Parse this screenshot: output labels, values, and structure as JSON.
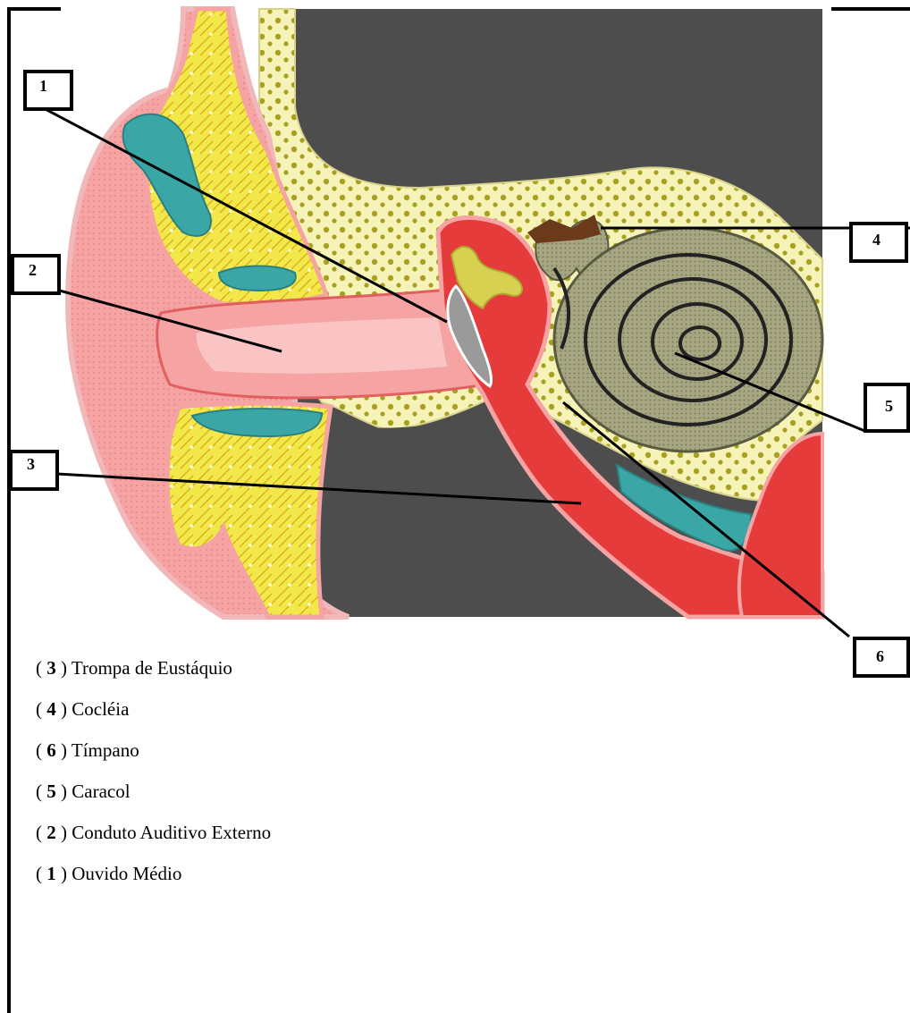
{
  "colors": {
    "background": "#ffffff",
    "cavity_dark": "#4d4d4d",
    "skin_pink": "#f5a3a3",
    "flesh_red": "#e63b3b",
    "bone_yellow": "#f2e84a",
    "bone_light": "#f6f3b8",
    "bone_dots": "#a8a020",
    "teal": "#3aa6a6",
    "cochlea_gray": "#8f8f70",
    "eardrum_gray": "#9a9a9a",
    "ossicle_yellow": "#d8d050",
    "brown": "#6b3a1a",
    "line": "#000000"
  },
  "labels": [
    {
      "id": "1",
      "text": "1"
    },
    {
      "id": "2",
      "text": "2"
    },
    {
      "id": "3",
      "text": "3"
    },
    {
      "id": "4",
      "text": "4"
    },
    {
      "id": "5",
      "text": "5"
    },
    {
      "id": "6",
      "text": "6"
    }
  ],
  "answers": [
    {
      "open": "(",
      "number": "3",
      "close": ")",
      "term": "Trompa de Eustáquio"
    },
    {
      "open": "(",
      "number": "4",
      "close": ")",
      "term": "Cocléia"
    },
    {
      "open": "(",
      "number": "6",
      "close": ")",
      "term": "Tímpano"
    },
    {
      "open": "(",
      "number": "5",
      "close": ")",
      "term": "Caracol"
    },
    {
      "open": "(",
      "number": "2",
      "close": ")",
      "term": "Conduto Auditivo Externo"
    },
    {
      "open": "(",
      "number": "1",
      "close": ")",
      "term": "Ouvido Médio"
    }
  ]
}
